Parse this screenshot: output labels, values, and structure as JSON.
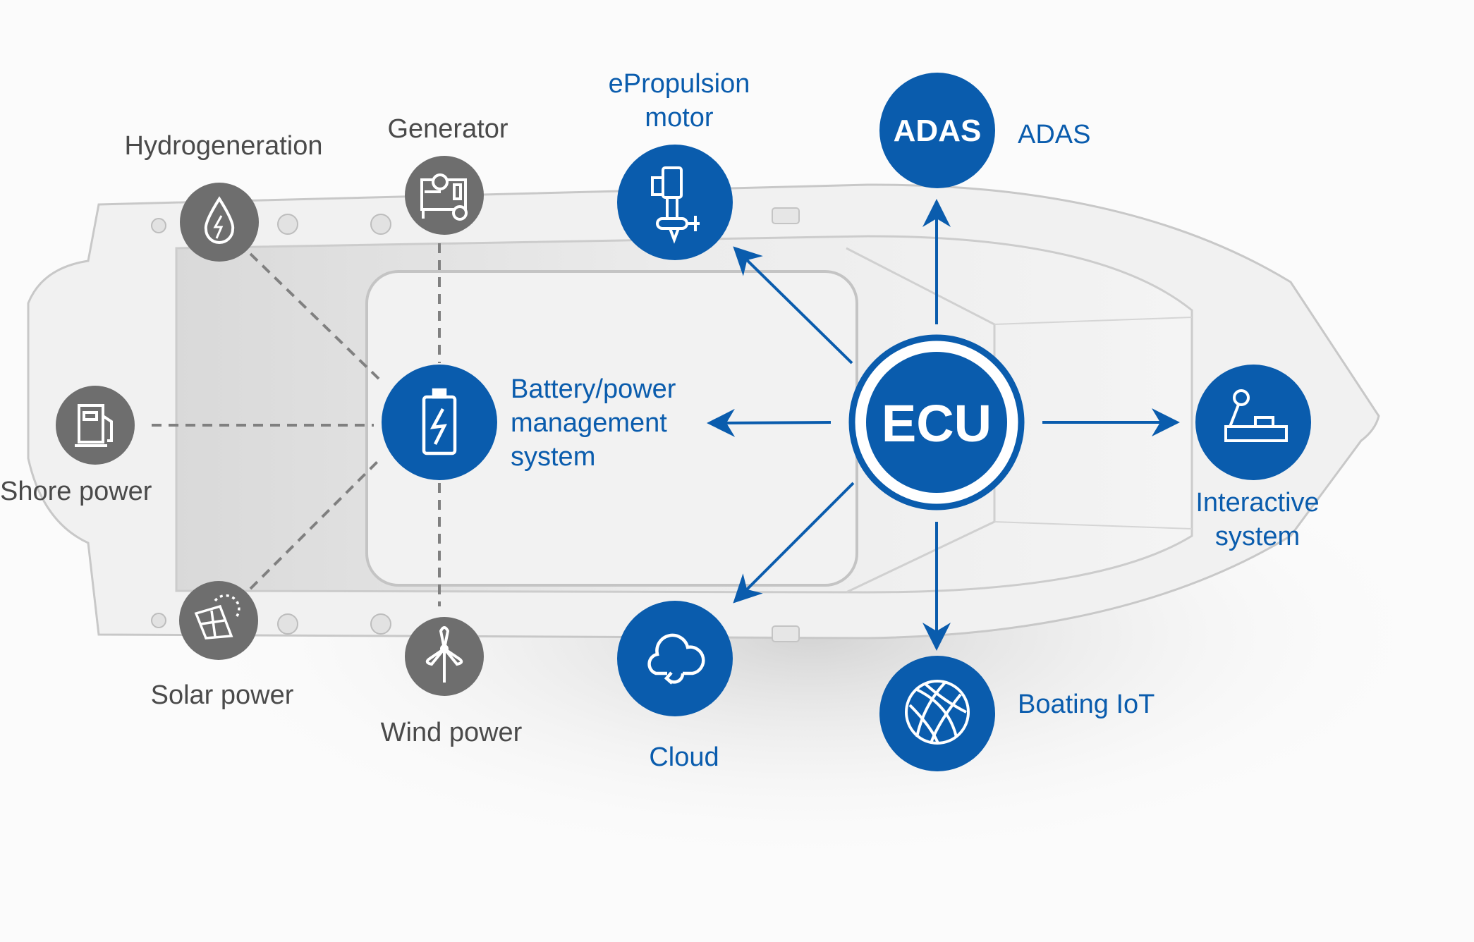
{
  "colors": {
    "blue": "#0a5cad",
    "gray_node": "#6e6e6e",
    "dashed_line": "#808080",
    "background": "#fbfbfb",
    "boat_outline": "#c8c8c8"
  },
  "hub": {
    "label": "ECU",
    "icon": "ecu-text"
  },
  "power_sources": [
    {
      "id": "hydrogeneration",
      "label": "Hydrogeneration",
      "icon": "water-drop-bolt-icon"
    },
    {
      "id": "generator",
      "label": "Generator",
      "icon": "generator-icon"
    },
    {
      "id": "shore-power",
      "label": "Shore power",
      "icon": "fuel-pump-icon"
    },
    {
      "id": "solar-power",
      "label": "Solar power",
      "icon": "solar-panel-icon"
    },
    {
      "id": "wind-power",
      "label": "Wind power",
      "icon": "wind-turbine-icon"
    }
  ],
  "battery": {
    "label_lines": [
      "Battery/power",
      "management",
      "system"
    ],
    "icon": "battery-bolt-icon"
  },
  "connected_systems": [
    {
      "id": "epropulsion",
      "label_lines": [
        "ePropulsion",
        "motor"
      ],
      "icon": "outboard-motor-icon"
    },
    {
      "id": "adas",
      "label": "ADAS",
      "badge_text": "ADAS"
    },
    {
      "id": "interactive",
      "label_lines": [
        "Interactive",
        "system"
      ],
      "icon": "joystick-icon"
    },
    {
      "id": "cloud",
      "label": "Cloud",
      "icon": "cloud-sync-icon"
    },
    {
      "id": "boating-iot",
      "label": "Boating IoT",
      "icon": "globe-icon"
    }
  ]
}
